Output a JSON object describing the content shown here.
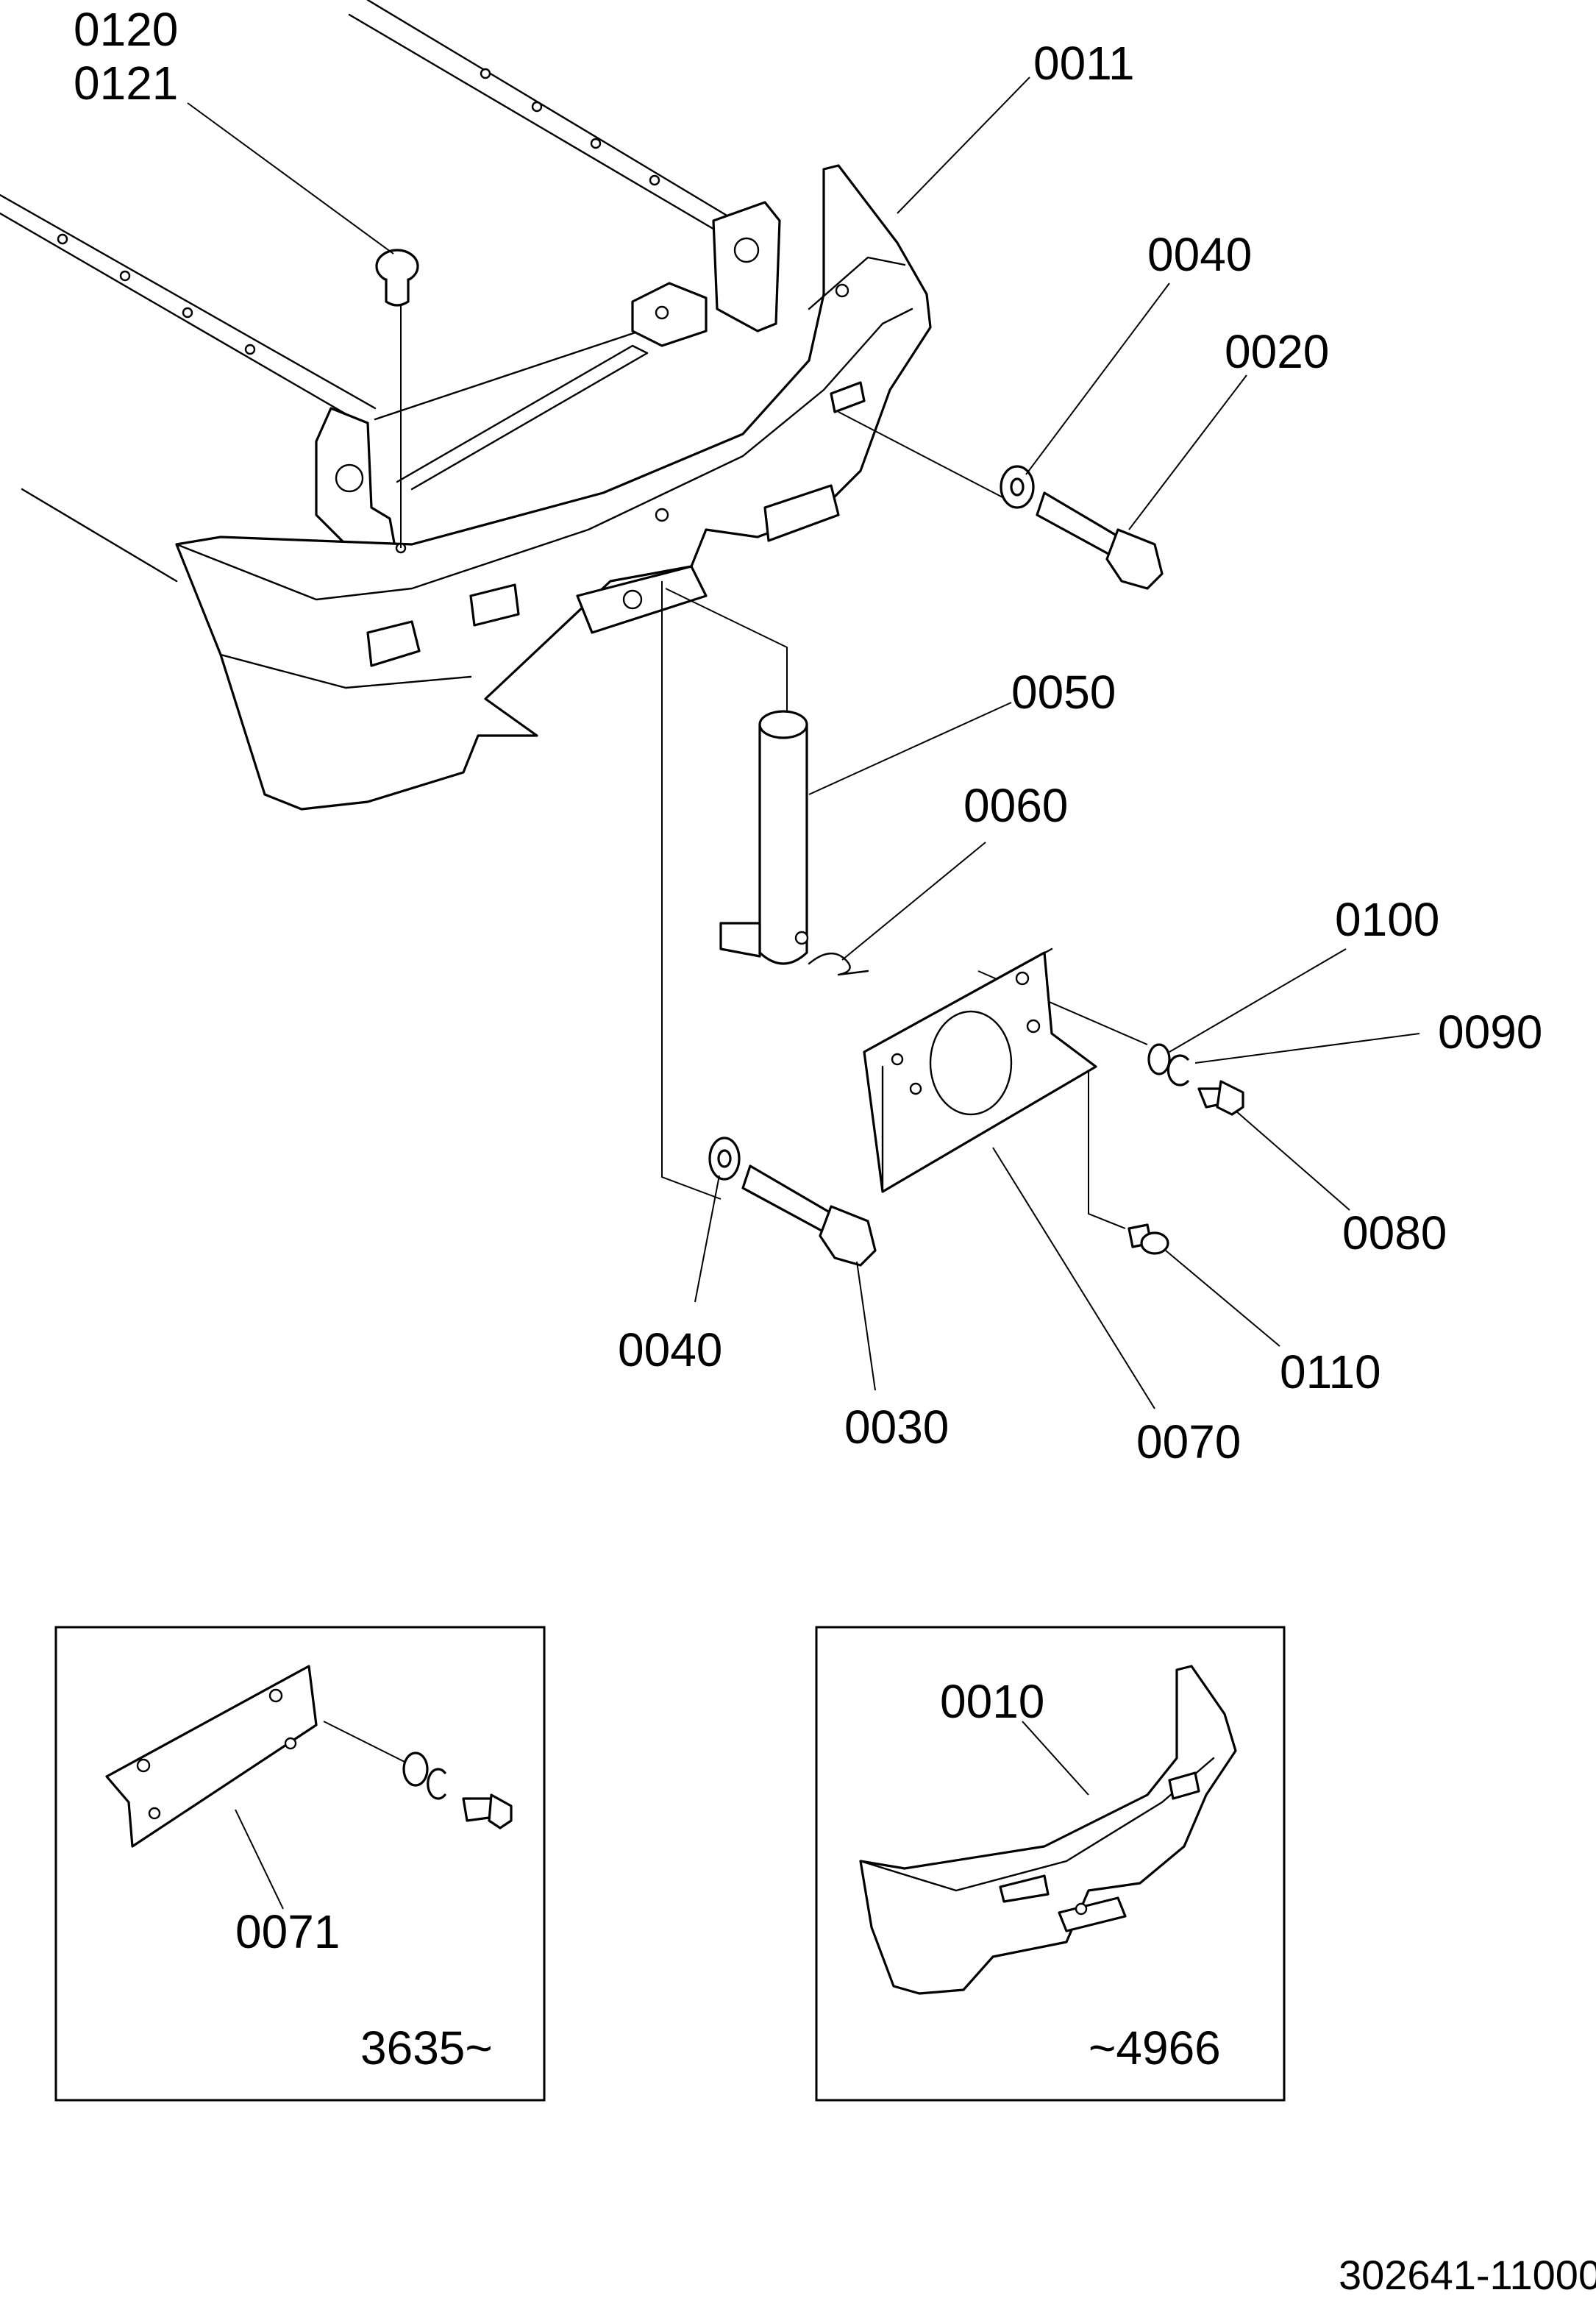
{
  "callouts": {
    "c0120": "0120",
    "c0121": "0121",
    "c0011": "0011",
    "c0040a": "0040",
    "c0020": "0020",
    "c0050": "0050",
    "c0060": "0060",
    "c0100": "0100",
    "c0090": "0090",
    "c0080": "0080",
    "c0040b": "0040",
    "c0030": "0030",
    "c0110": "0110",
    "c0070": "0070",
    "c0071": "0071",
    "c0010": "0010"
  },
  "inset_left": {
    "serial_range": "3635~"
  },
  "inset_right": {
    "serial_range": "~4966"
  },
  "drawing_number": "302641-11000"
}
